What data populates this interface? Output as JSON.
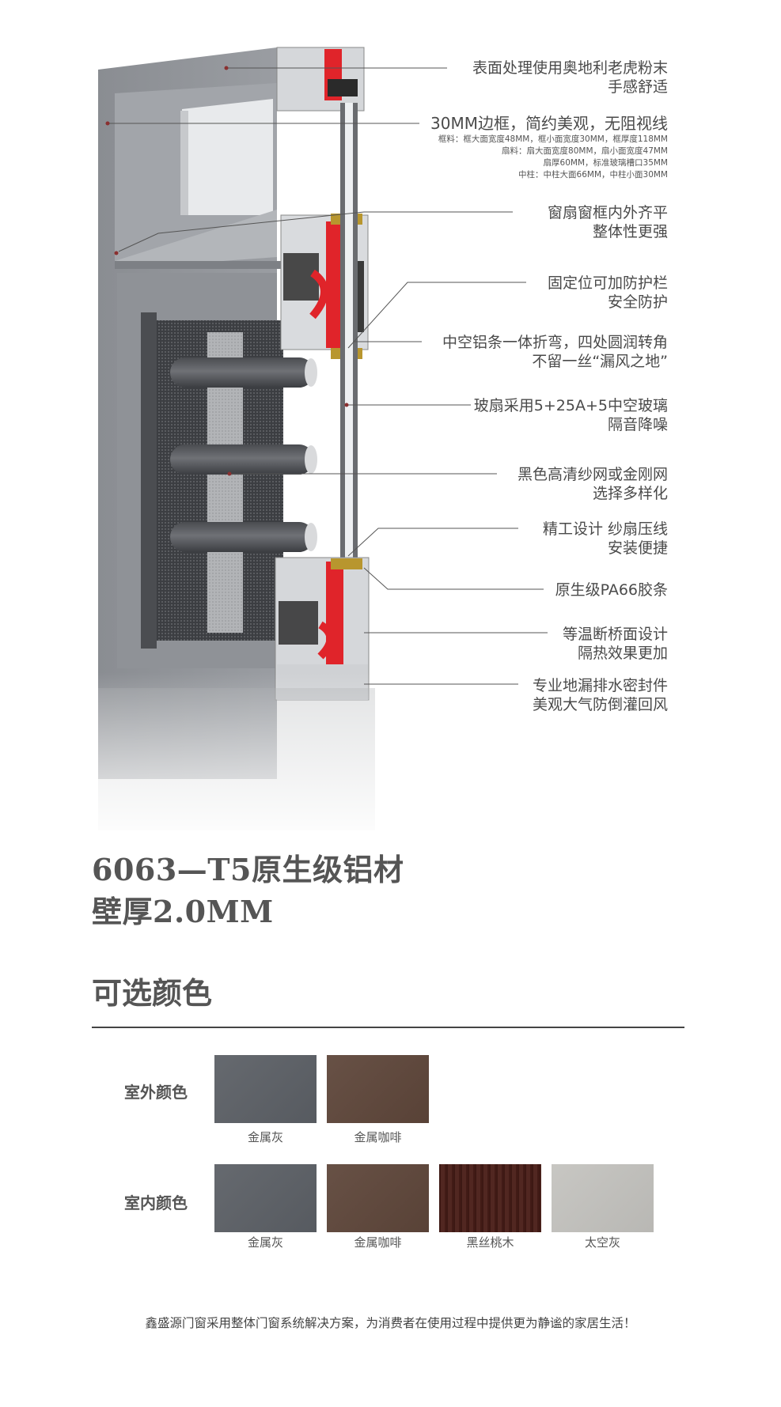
{
  "callouts": [
    {
      "line1": "表面处理使用奥地利老虎粉末",
      "line2": "手感舒适"
    },
    {
      "line1": "30MM边框，简约美观，无阻视线",
      "specs": [
        "框料：框大面宽度48MM，框小面宽度30MM，框厚度118MM",
        "扇料：扇大面宽度80MM，扇小面宽度47MM",
        "扇厚60MM，标准玻璃槽口35MM",
        "中柱：中柱大面66MM，中柱小面30MM"
      ]
    },
    {
      "line1": "窗扇窗框内外齐平",
      "line2": "整体性更强"
    },
    {
      "line1": "固定位可加防护栏",
      "line2": "安全防护"
    },
    {
      "line1": "中空铝条一体折弯，四处圆润转角",
      "line2": "不留一丝“漏风之地”"
    },
    {
      "line1": "玻扇采用5+25A+5中空玻璃",
      "line2": "隔音降噪"
    },
    {
      "line1": "黑色高清纱网或金刚网",
      "line2": "选择多样化"
    },
    {
      "line1": "精工设计 纱扇压线",
      "line2": "安装便捷"
    },
    {
      "line1": "原生级PA66胶条"
    },
    {
      "line1": "等温断桥面设计",
      "line2": "隔热效果更加"
    },
    {
      "line1": "专业地漏排水密封件",
      "line2": "美观大气防倒灌回风"
    }
  ],
  "headline": {
    "line1": "6063—T5原生级铝材",
    "line2": "壁厚2.0MM"
  },
  "colors_section": {
    "title": "可选颜色",
    "outdoor": {
      "label": "室外颜色",
      "swatches": [
        {
          "name": "金属灰",
          "color": "#5c6066"
        },
        {
          "name": "金属咖啡",
          "color": "#5e463a"
        }
      ]
    },
    "indoor": {
      "label": "室内颜色",
      "swatches": [
        {
          "name": "金属灰",
          "color": "#5c6066"
        },
        {
          "name": "金属咖啡",
          "color": "#5e463a"
        },
        {
          "name": "黑丝桃木",
          "color": "#4a1e18"
        },
        {
          "name": "太空灰",
          "color": "#c4c3bf"
        }
      ]
    }
  },
  "footer": "鑫盛源门窗采用整体门窗系统解决方案，为消费者在使用过程中提供更为静谧的家居生活！"
}
